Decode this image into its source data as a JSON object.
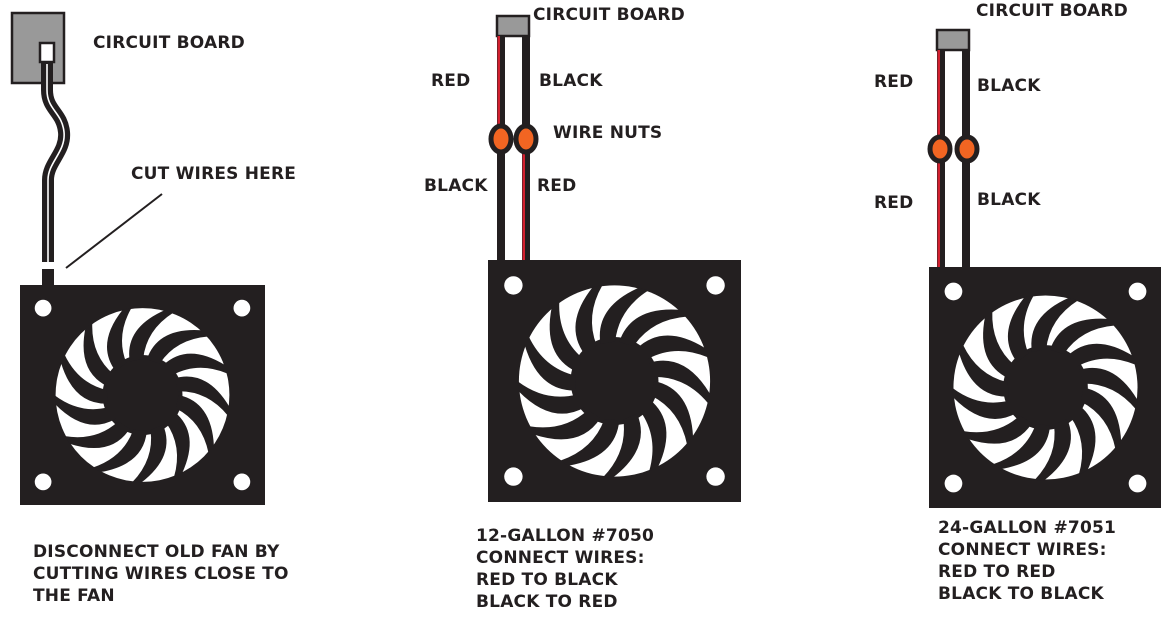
{
  "colors": {
    "ink": "#231f20",
    "board": "#999999",
    "wire_red": "#d2202f",
    "wire_nut": "#f26522",
    "background": "#ffffff"
  },
  "panel1": {
    "circuit_board_label": "CIRCUIT BOARD",
    "cut_label": "CUT WIRES HERE",
    "caption": [
      "DISCONNECT OLD FAN BY",
      "CUTTING WIRES CLOSE TO",
      "THE FAN"
    ]
  },
  "panel2": {
    "circuit_board_label": "CIRCUIT BOARD",
    "wire_top_left": "RED",
    "wire_top_right": "BLACK",
    "wire_nuts_label": "WIRE NUTS",
    "wire_bottom_left": "BLACK",
    "wire_bottom_right": "RED",
    "caption": [
      "12-GALLON #7050",
      "CONNECT WIRES:",
      "RED TO BLACK",
      "BLACK TO RED"
    ]
  },
  "panel3": {
    "circuit_board_label": "CIRCUIT BOARD",
    "wire_top_left": "RED",
    "wire_top_right": "BLACK",
    "wire_bottom_left": "RED",
    "wire_bottom_right": "BLACK",
    "caption": [
      "24-GALLON #7051",
      "CONNECT WIRES:",
      "RED TO RED",
      "BLACK TO BLACK"
    ]
  }
}
